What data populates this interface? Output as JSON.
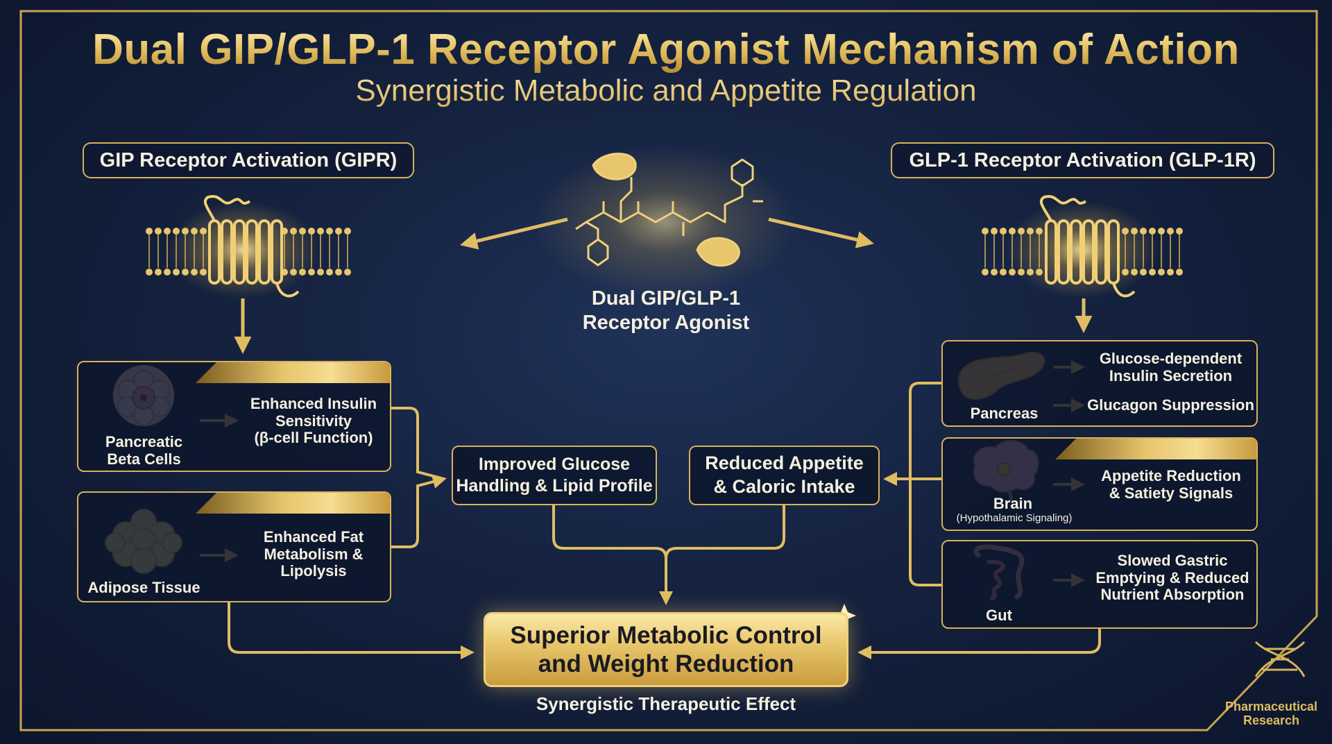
{
  "title": "Dual GIP/GLP-1 Receptor Agonist Mechanism of Action",
  "subtitle": "Synergistic Metabolic and Appetite Regulation",
  "left": {
    "header": "GIP Receptor Activation (GIPR)",
    "panels": [
      {
        "icon": "pancreatic-beta-cells-icon",
        "label_lines": [
          "Pancreatic",
          "Beta Cells"
        ],
        "effect_lines": [
          "Enhanced Insulin",
          "Sensitivity",
          "(β-cell Function)"
        ]
      },
      {
        "icon": "adipose-tissue-icon",
        "label_lines": [
          "Adipose Tissue"
        ],
        "effect_lines": [
          "Enhanced Fat",
          "Metabolism &",
          "Lipolysis"
        ]
      }
    ]
  },
  "center": {
    "agonist_lines": [
      "Dual GIP/GLP-1",
      "Receptor Agonist"
    ],
    "glucose_box_lines": [
      "Improved Glucose",
      "Handling & Lipid Profile"
    ],
    "appetite_box_lines": [
      "Reduced Appetite",
      "& Caloric Intake"
    ],
    "result_lines": [
      "Superior Metabolic Control",
      "and Weight Reduction"
    ],
    "result_caption": "Synergistic Therapeutic Effect"
  },
  "right": {
    "header": "GLP-1 Receptor Activation (GLP-1R)",
    "pancreas": {
      "label": "Pancreas",
      "effect1_lines": [
        "Glucose-dependent",
        "Insulin Secretion"
      ],
      "effect2": "Glucagon Suppression"
    },
    "brain": {
      "label": "Brain",
      "sublabel": "(Hypothalamic Signaling)",
      "effect_lines": [
        "Appetite Reduction",
        "& Satiety Signals"
      ]
    },
    "gut": {
      "label": "Gut",
      "effect_lines": [
        "Slowed Gastric",
        "Emptying & Reduced",
        "Nutrient Absorption"
      ]
    }
  },
  "badge": {
    "icon": "dna-icon",
    "lines": [
      "Pharmaceutical",
      "Research"
    ]
  },
  "colors": {
    "background": "#15223f",
    "gold": "#d8b25a",
    "gold_light": "#f6dd92",
    "text": "#f6f0df"
  }
}
